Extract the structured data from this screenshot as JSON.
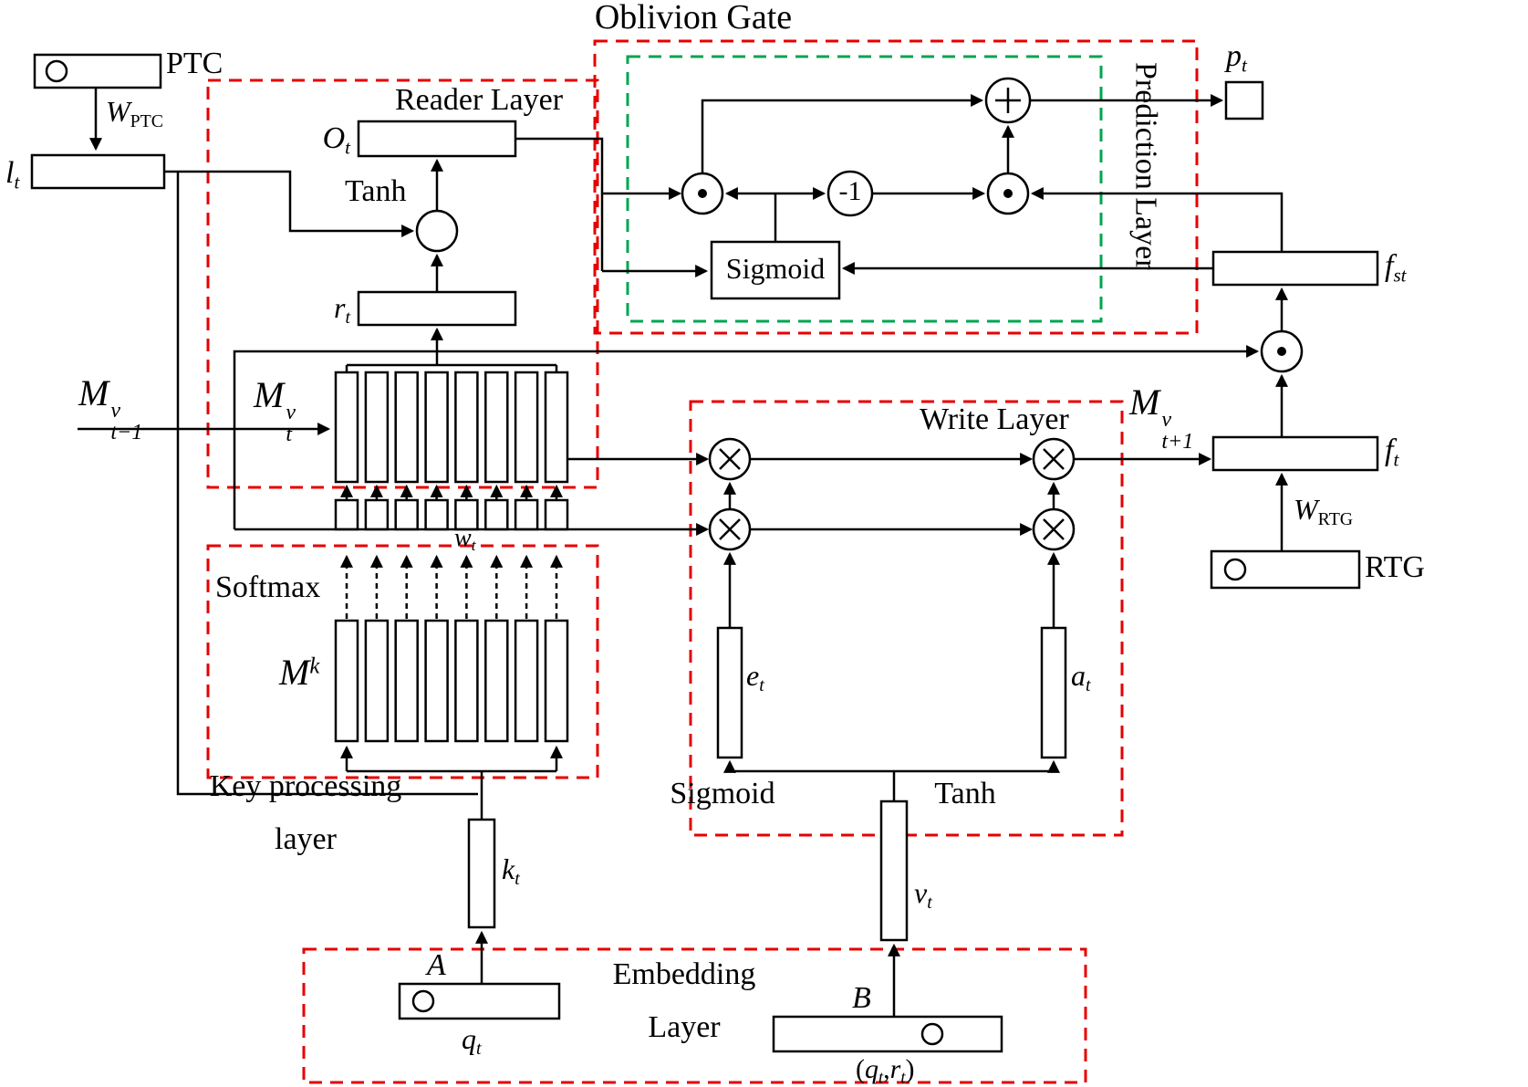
{
  "title": "Oblivion Gate",
  "colors": {
    "box_red": "#e60000",
    "box_green": "#00a550",
    "line": "#000000"
  },
  "memory": {
    "slot_count": 8
  },
  "inputs": {
    "ptc": "PTC",
    "rtg": "RTG",
    "embed_a": "A",
    "embed_b": "B"
  },
  "operators": {
    "multiply": "otimes-circle-x",
    "hadamard": "odot-circle-dot",
    "add": "oplus-circle-plus",
    "neg_one": "-1"
  },
  "modules": {
    "reader": {
      "label": "Reader Layer",
      "tanh": "Tanh"
    },
    "key": {
      "softmax": "Softmax",
      "label_line1": "Key processing",
      "label_line2": "layer"
    },
    "write": {
      "label": "Write Layer",
      "sigmoid": "Sigmoid",
      "tanh": "Tanh"
    },
    "embedding": {
      "label_line1": "Embedding",
      "label_line2": "Layer"
    },
    "prediction": {
      "label": "Prediction Layer"
    },
    "oblivion": {
      "sigmoid": "Sigmoid",
      "neg_one": "-1"
    }
  },
  "math": {
    "o_t": [
      {
        "t": "O",
        "i": 1
      },
      {
        "sub": "t"
      }
    ],
    "r_t": [
      {
        "t": "r",
        "i": 1
      },
      {
        "sub": "t"
      }
    ],
    "l_t": [
      {
        "t": "l",
        "i": 1
      },
      {
        "sub": "t"
      }
    ],
    "w_t": [
      {
        "t": "w",
        "i": 1
      },
      {
        "sub": "t"
      }
    ],
    "k_t": [
      {
        "t": "k",
        "i": 1
      },
      {
        "sub": "t"
      }
    ],
    "q_t": [
      {
        "t": "q",
        "i": 1
      },
      {
        "sub": "t"
      }
    ],
    "v_t": [
      {
        "t": "v",
        "i": 1
      },
      {
        "sub": "t"
      }
    ],
    "e_t": [
      {
        "t": "e",
        "i": 1
      },
      {
        "sub": "t"
      }
    ],
    "a_t": [
      {
        "t": "a",
        "i": 1
      },
      {
        "sub": "t"
      }
    ],
    "p_t": [
      {
        "t": "p",
        "i": 1
      },
      {
        "sub": "t"
      }
    ],
    "f_st": [
      {
        "t": "f",
        "i": 1
      },
      {
        "sub": "st"
      }
    ],
    "f_t": [
      {
        "t": "f",
        "i": 1
      },
      {
        "sub": "t"
      }
    ],
    "w_ptc": [
      {
        "t": "W",
        "i": 1
      },
      {
        "sub": "PTC",
        "rm": 1
      }
    ],
    "w_rtg": [
      {
        "t": "W",
        "i": 1
      },
      {
        "sub": "RTG",
        "rm": 1
      }
    ],
    "m_prev": [
      {
        "t": "M",
        "i": 1
      },
      {
        "ss": [
          "v",
          "t−1"
        ]
      }
    ],
    "m_t": [
      {
        "t": "M",
        "i": 1
      },
      {
        "ss": [
          "v",
          "t"
        ]
      }
    ],
    "m_next": [
      {
        "t": "M",
        "i": 1
      },
      {
        "ss": [
          "v",
          "t+1"
        ]
      }
    ],
    "m_k": [
      {
        "t": "M",
        "i": 1
      },
      {
        "sup": "k"
      }
    ],
    "qr": [
      {
        "t": "("
      },
      {
        "t": "q",
        "i": 1
      },
      {
        "sub": "t"
      },
      {
        "t": ","
      },
      {
        "t": "r",
        "i": 1
      },
      {
        "sub": "t"
      },
      {
        "t": ")"
      }
    ]
  }
}
